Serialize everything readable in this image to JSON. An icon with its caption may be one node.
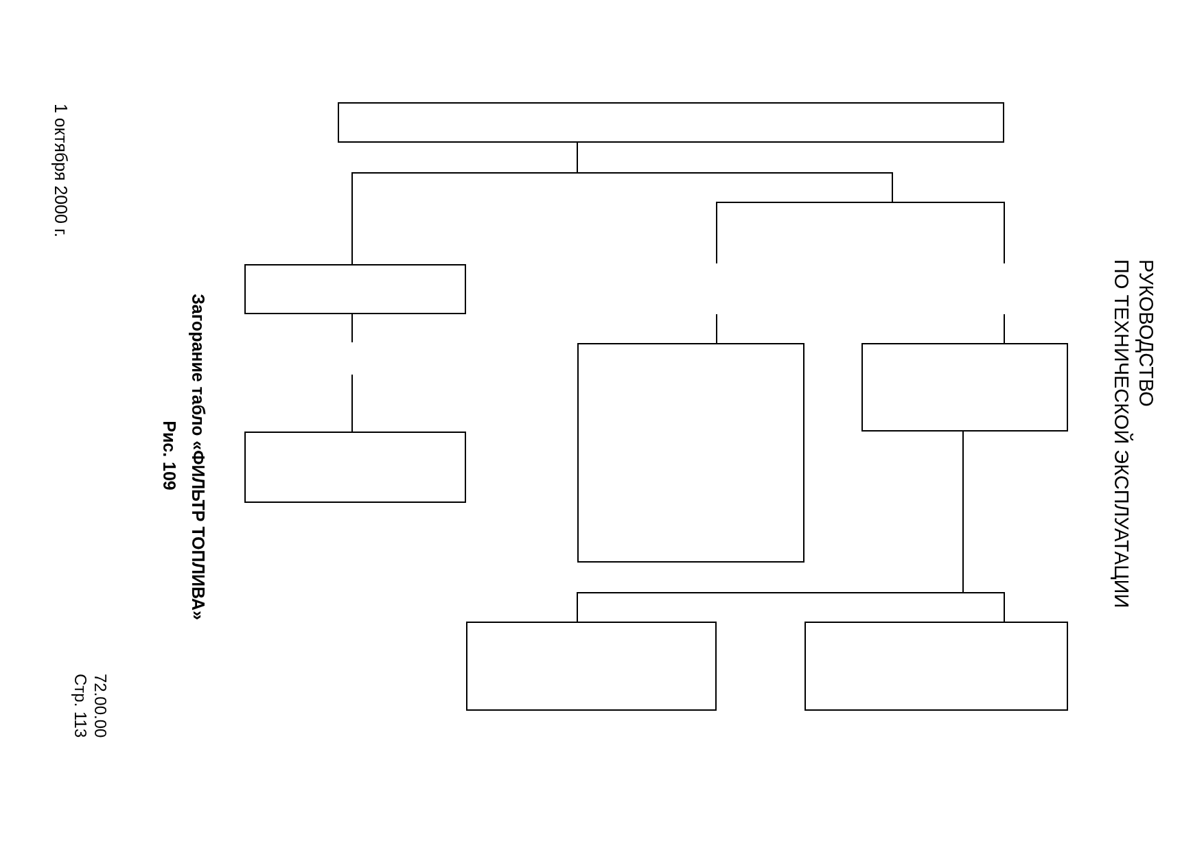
{
  "diagram": {
    "title": "РУКОВОДСТВО ПО ТЕХНИЧЕСКОЙ ЭКСПЛУАТАЦИИ",
    "caption": "Загорание табло «ФИЛЬТР ТОПЛИВА»",
    "nodes": [
      {
        "text": [],
        "shape": "box"
      },
      {
        "text": [],
        "shape": "box"
      },
      {
        "text": [],
        "shape": "box"
      },
      {
        "text": [],
        "shape": "box"
      },
      {
        "text": [],
        "shape": "box"
      },
      {
        "text": [],
        "shape": "box"
      },
      {
        "text": [],
        "shape": "box"
      }
    ],
    "edges": [
      {
        "from": 0,
        "to": 1,
        "arrow": "none"
      },
      {
        "from": 0,
        "to": null,
        "arrow": "none"
      },
      {
        "from": null,
        "to": 3,
        "arrow": "none"
      },
      {
        "from": 0,
        "to": null,
        "arrow": "none"
      },
      {
        "from": null,
        "to": 4,
        "arrow": "none"
      },
      {
        "from": 1,
        "to": null,
        "arrow": "none"
      },
      {
        "from": null,
        "to": 2,
        "arrow": "none"
      },
      {
        "from": 4,
        "to": 5,
        "arrow": "none"
      },
      {
        "from": 4,
        "to": 6,
        "arrow": "none"
      }
    ],
    "labels": [
      "Рис. 109",
      "1 октября 2000 г.",
      "72.00.00",
      "Стр. 113"
    ]
  }
}
